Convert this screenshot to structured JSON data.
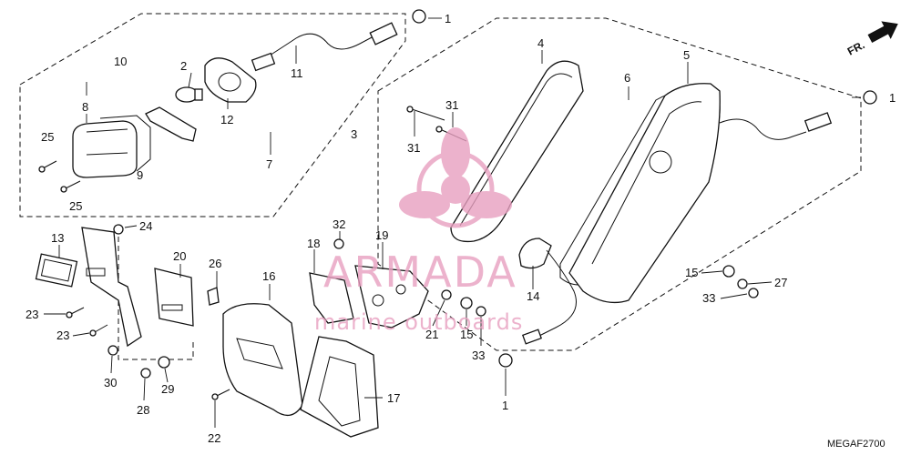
{
  "diagram": {
    "direction_label": "FR.",
    "code": "MEGAF2700",
    "watermark": {
      "brand": "ARMADA",
      "tagline": "marine outboards",
      "color": "#e8a0c0"
    },
    "callouts": [
      {
        "id": "c1a",
        "text": "1"
      },
      {
        "id": "c1b",
        "text": "1"
      },
      {
        "id": "c1c",
        "text": "1"
      },
      {
        "id": "c2",
        "text": "2"
      },
      {
        "id": "c3",
        "text": "3"
      },
      {
        "id": "c4",
        "text": "4"
      },
      {
        "id": "c5",
        "text": "5"
      },
      {
        "id": "c6",
        "text": "6"
      },
      {
        "id": "c7",
        "text": "7"
      },
      {
        "id": "c8",
        "text": "8"
      },
      {
        "id": "c9",
        "text": "9"
      },
      {
        "id": "c10",
        "text": "10"
      },
      {
        "id": "c11",
        "text": "11"
      },
      {
        "id": "c12",
        "text": "12"
      },
      {
        "id": "c13",
        "text": "13"
      },
      {
        "id": "c14",
        "text": "14"
      },
      {
        "id": "c15a",
        "text": "15"
      },
      {
        "id": "c15b",
        "text": "15"
      },
      {
        "id": "c16",
        "text": "16"
      },
      {
        "id": "c17",
        "text": "17"
      },
      {
        "id": "c18",
        "text": "18"
      },
      {
        "id": "c19",
        "text": "19"
      },
      {
        "id": "c20",
        "text": "20"
      },
      {
        "id": "c21",
        "text": "21"
      },
      {
        "id": "c22",
        "text": "22"
      },
      {
        "id": "c23a",
        "text": "23"
      },
      {
        "id": "c23b",
        "text": "23"
      },
      {
        "id": "c24",
        "text": "24"
      },
      {
        "id": "c25a",
        "text": "25"
      },
      {
        "id": "c25b",
        "text": "25"
      },
      {
        "id": "c26",
        "text": "26"
      },
      {
        "id": "c27",
        "text": "27"
      },
      {
        "id": "c28",
        "text": "28"
      },
      {
        "id": "c29",
        "text": "29"
      },
      {
        "id": "c30",
        "text": "30"
      },
      {
        "id": "c31a",
        "text": "31"
      },
      {
        "id": "c31b",
        "text": "31"
      },
      {
        "id": "c32",
        "text": "32"
      },
      {
        "id": "c33a",
        "text": "33"
      },
      {
        "id": "c33b",
        "text": "33"
      }
    ]
  }
}
